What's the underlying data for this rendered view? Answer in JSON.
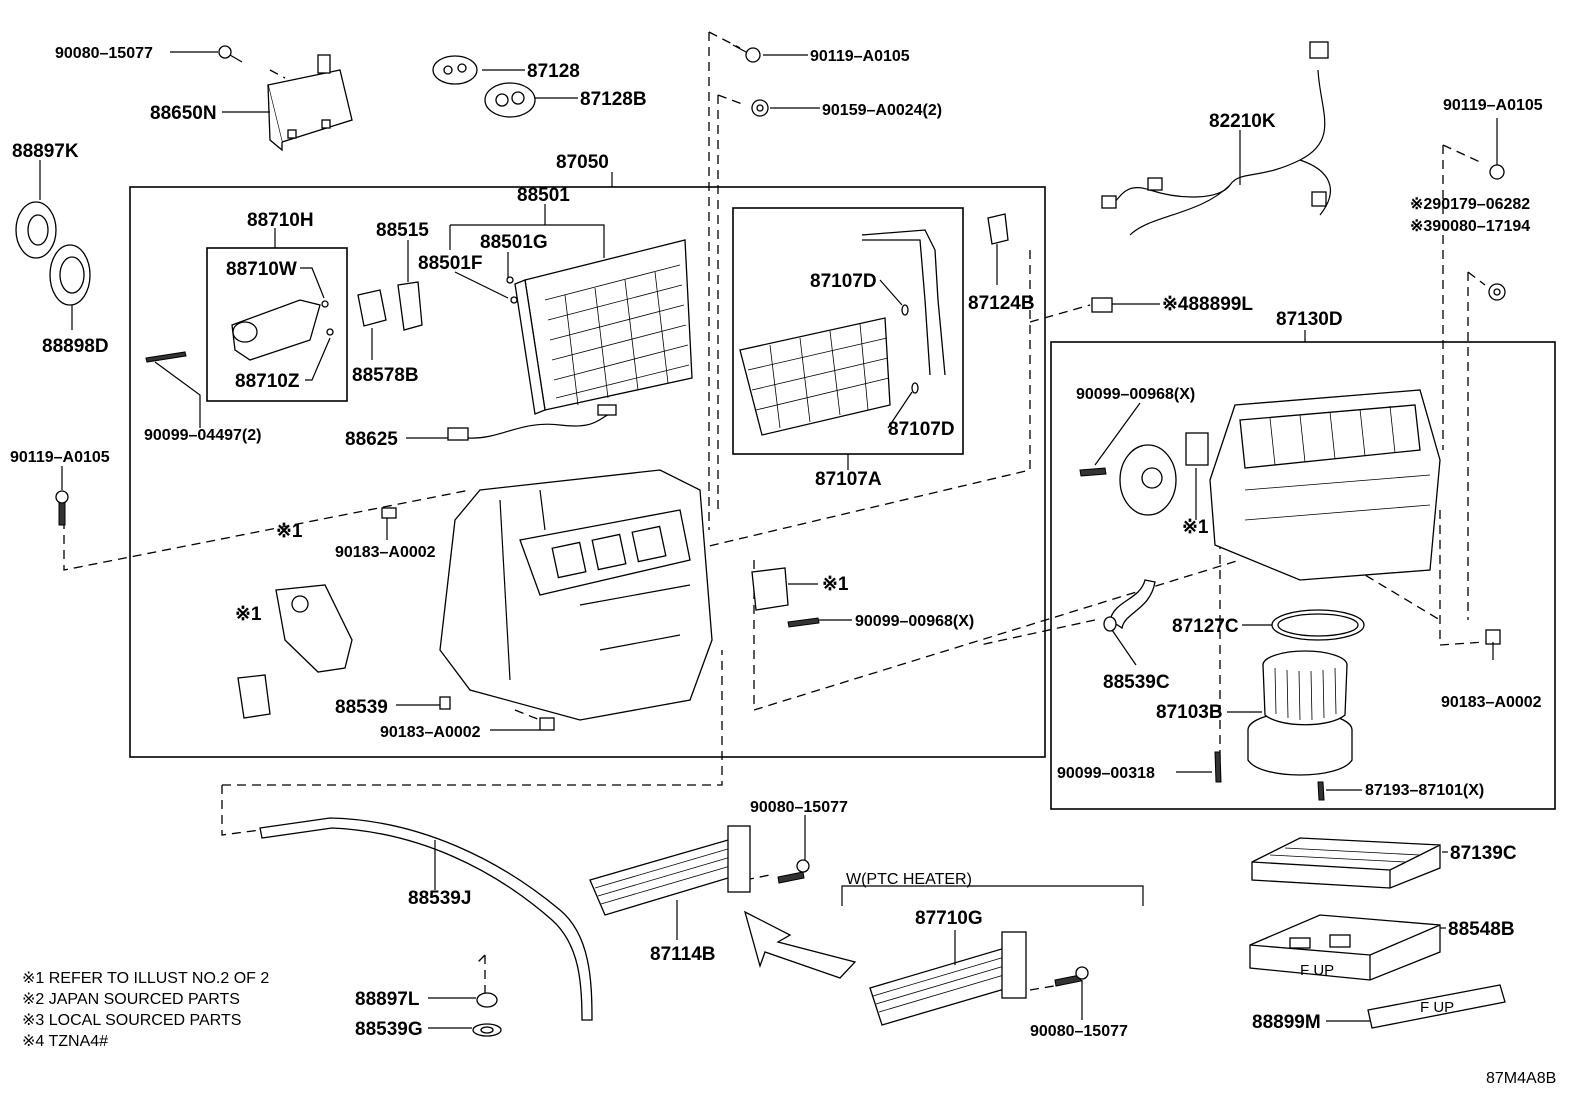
{
  "footnotes": [
    "※1 REFER TO ILLUST NO.2 OF 2",
    "※2 JAPAN SOURCED PARTS",
    "※3 LOCAL SOURCED PARTS",
    "※4 TZNA4#"
  ],
  "diagram_code": "87M4A8B",
  "group_label_ptc": "W(PTC HEATER)",
  "parts": {
    "p90080_15077_top": "90080–15077",
    "p88650N": "88650N",
    "p87128": "87128",
    "p87128B": "87128B",
    "p90119_A0105_top": "90119–A0105",
    "p90159_A0024": "90159–A0024(2)",
    "p88897K": "88897K",
    "p88898D": "88898D",
    "p87050": "87050",
    "p88710H": "88710H",
    "p88710W": "88710W",
    "p88710Z": "88710Z",
    "p88515": "88515",
    "p88501": "88501",
    "p88501G": "88501G",
    "p88501F": "88501F",
    "p88578B": "88578B",
    "p90099_04497": "90099–04497(2)",
    "p88625": "88625",
    "p87107D_a": "87107D",
    "p87107D_b": "87107D",
    "p87107A": "87107A",
    "p87124B": "87124B",
    "p82210K": "82210K",
    "p90119_A0105_right": "90119–A0105",
    "p90179_06282": "※290179–06282",
    "p90080_17194": "※390080–17194",
    "p88899L": "※488899L",
    "p87130D": "87130D",
    "p90119_A0105_left": "90119–A0105",
    "star1_a": "※1",
    "star1_b": "※1",
    "star1_c": "※1",
    "star1_d": "※1",
    "p90183_A0002_a": "90183–A0002",
    "p90183_A0002_b": "90183–A0002",
    "p90183_A0002_c": "90183–A0002",
    "p90099_00968_a": "90099–00968(X)",
    "p90099_00968_b": "90099–00968(X)",
    "p88539": "88539",
    "p87127C": "87127C",
    "p88539C": "88539C",
    "p87103B": "87103B",
    "p90099_00318": "90099–00318",
    "p87193_87101": "87193–87101(X)",
    "p90080_15077_mid": "90080–15077",
    "p88539J": "88539J",
    "p87114B": "87114B",
    "p87710G": "87710G",
    "p90080_15077_bot": "90080–15077",
    "p87139C": "87139C",
    "p88548B": "88548B",
    "p88899M": "88899M",
    "p88897L": "88897L",
    "p88539G": "88539G",
    "filter_mark_a": "F UP",
    "filter_mark_b": "F UP"
  }
}
